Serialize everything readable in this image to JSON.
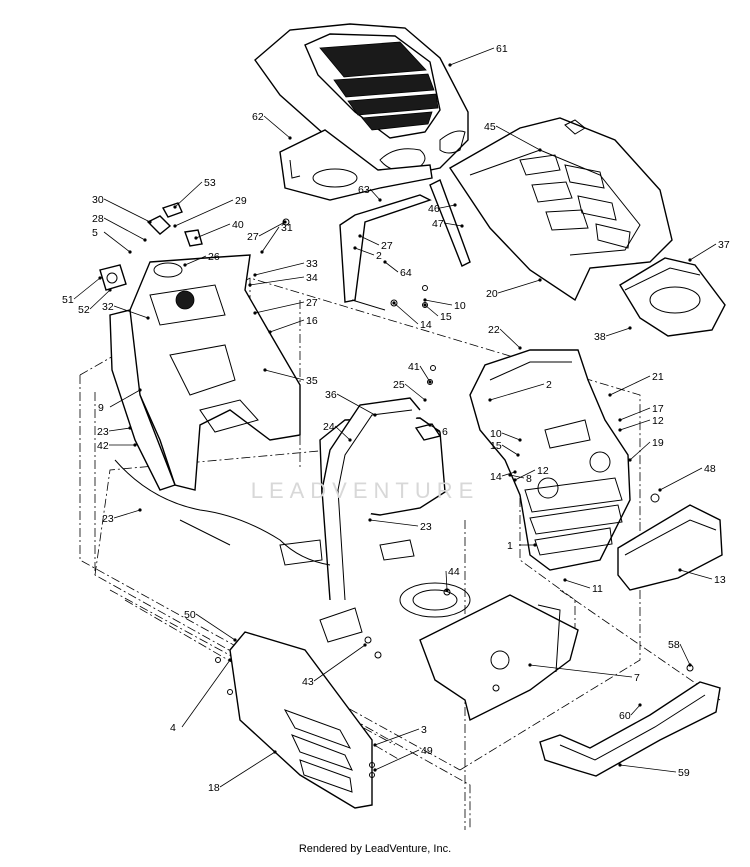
{
  "watermark_text": "LEADVENTURE",
  "footer_text": "Rendered by LeadVenture, Inc.",
  "callouts": [
    "61",
    "62",
    "45",
    "53",
    "30",
    "29",
    "28",
    "40",
    "5",
    "27",
    "31",
    "27",
    "26",
    "63",
    "46",
    "2",
    "47",
    "37",
    "33",
    "34",
    "51",
    "52",
    "32",
    "27",
    "64",
    "10",
    "20",
    "16",
    "15",
    "14",
    "38",
    "22",
    "21",
    "41",
    "25",
    "2",
    "35",
    "36",
    "9",
    "24",
    "6",
    "17",
    "12",
    "10",
    "19",
    "15",
    "23",
    "42",
    "48",
    "12",
    "14",
    "8",
    "23",
    "23",
    "1",
    "13",
    "11",
    "44",
    "50",
    "58",
    "43",
    "7",
    "4",
    "60",
    "3",
    "49",
    "18",
    "59"
  ],
  "colors": {
    "line": "#000000",
    "background": "#ffffff",
    "watermark": "#d8d8d8"
  }
}
